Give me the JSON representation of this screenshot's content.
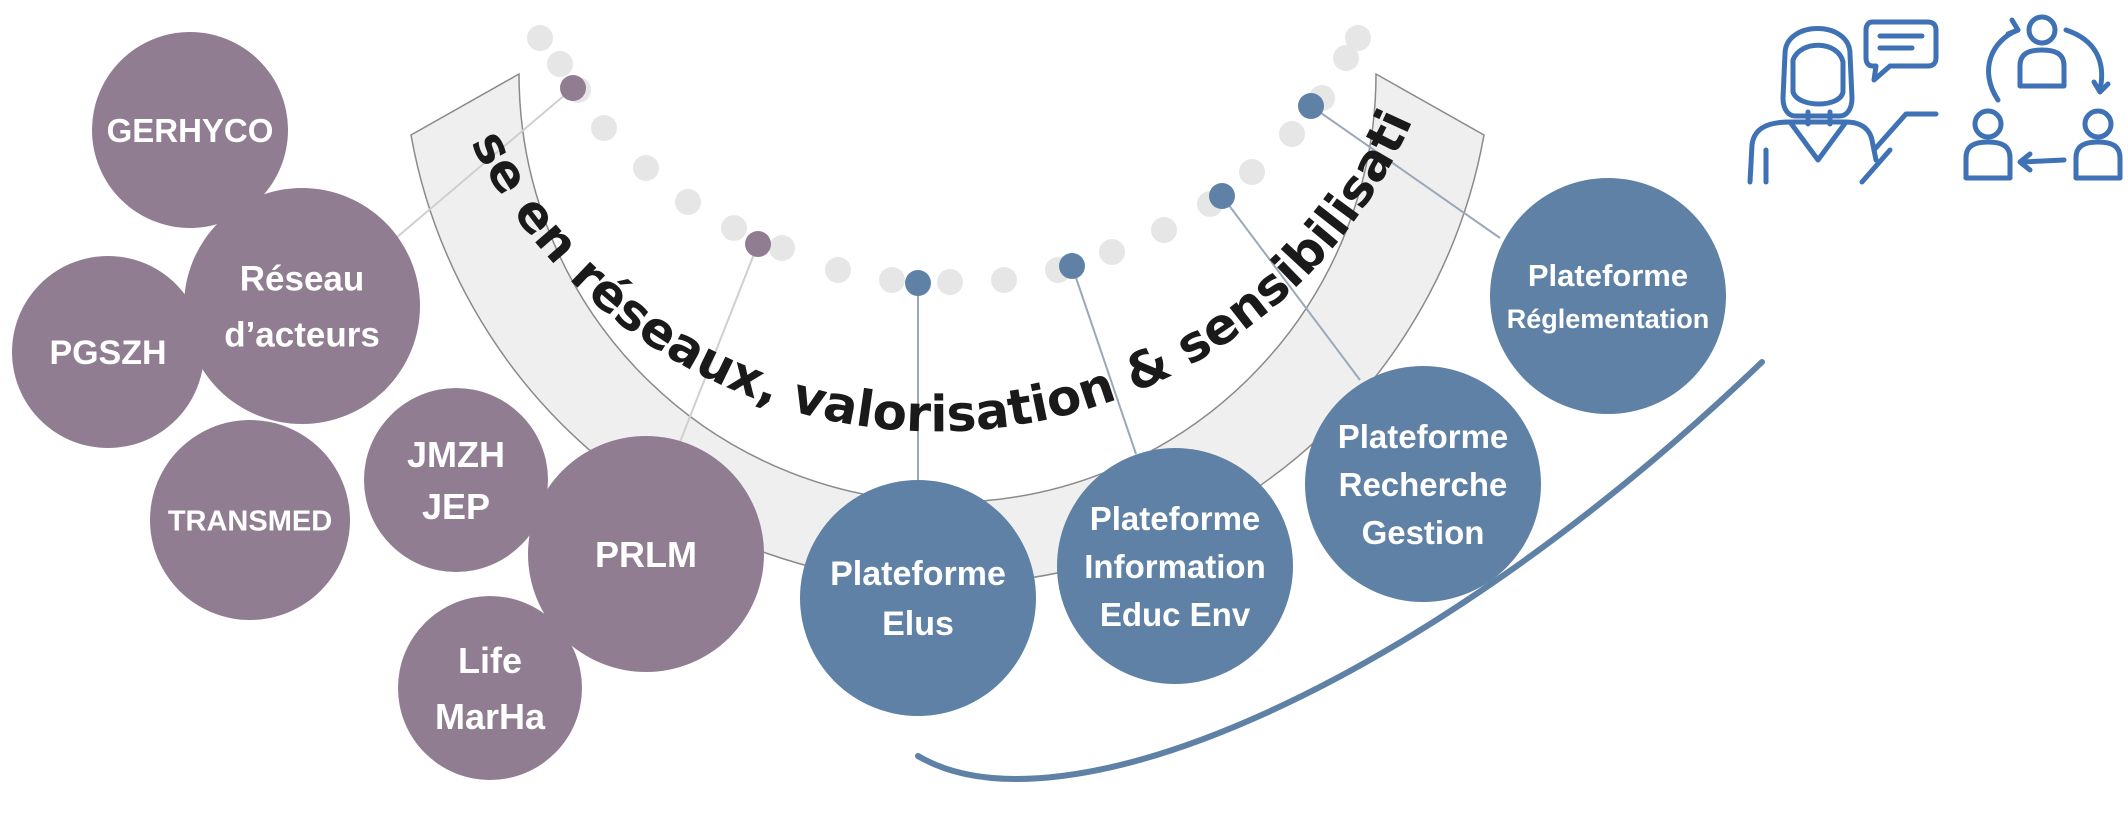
{
  "band": {
    "label": "Mise en réseaux, valorisation & sensibilisation"
  },
  "colors": {
    "purple": "#917d91",
    "blue": "#5e81a5",
    "band_fill": "#efefef",
    "band_stroke": "#8a8a8a",
    "dot": "#e6e6e6",
    "connector": "#9aa8b8",
    "icon": "#3f72b5"
  },
  "purple_nodes": [
    {
      "id": "gerhyco",
      "lines": [
        "GERHYCO"
      ]
    },
    {
      "id": "pgszh",
      "lines": [
        "PGSZH"
      ]
    },
    {
      "id": "reseau",
      "lines": [
        "Réseau",
        "d’acteurs"
      ]
    },
    {
      "id": "transmed",
      "lines": [
        "TRANSMED"
      ]
    },
    {
      "id": "jmzh",
      "lines": [
        "JMZH",
        "JEP"
      ]
    },
    {
      "id": "prlm",
      "lines": [
        "PRLM"
      ]
    },
    {
      "id": "life",
      "lines": [
        "Life",
        "MarHa"
      ]
    }
  ],
  "blue_nodes": [
    {
      "id": "elus",
      "lines": [
        "Plateforme",
        "Elus"
      ]
    },
    {
      "id": "information",
      "lines": [
        "Plateforme",
        "Information",
        "Educ Env"
      ]
    },
    {
      "id": "recherche",
      "lines": [
        "Plateforme",
        "Recherche",
        "Gestion"
      ]
    },
    {
      "id": "reglementation",
      "lines": [
        "Plateforme",
        "Réglementation"
      ]
    }
  ],
  "icons": [
    "speaker-chat-icon",
    "network-cycle-icon"
  ]
}
